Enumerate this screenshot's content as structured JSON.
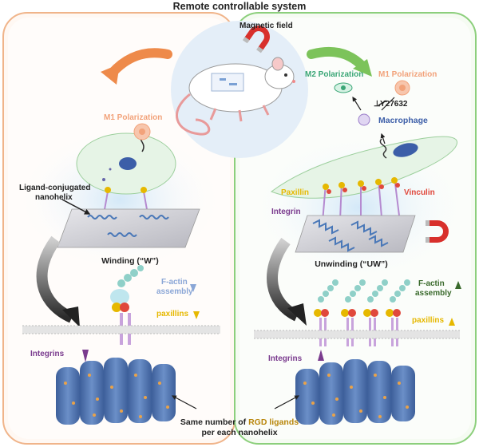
{
  "title": "Remote controllable system",
  "magnetic_field": "Magnetic field",
  "left": {
    "m1_polarization": "M1 Polarization",
    "ligand_label_line1": "Ligand-conjugated",
    "ligand_label_line2": "nanohelix",
    "winding": "Winding (“W”)",
    "factin_line1": "F-actin",
    "factin_line2": "assembly",
    "paxillins": "paxillins",
    "integrins": "Integrins"
  },
  "right": {
    "m2_polarization": "M2 Polarization",
    "m1_polarization": "M1 Polarization",
    "inhibitor": "Y27632",
    "macrophage": "Macrophage",
    "paxillin": "Paxillin",
    "vinculin": "Vinculin",
    "integrin": "Integrin",
    "unwinding": "Unwinding (“UW”)",
    "factin_line1": "F-actin",
    "factin_line2": "assembly",
    "paxillins": "paxillins",
    "integrins": "Integrins"
  },
  "footer": {
    "line1_pre": "Same number of ",
    "line1_highlight": "RGD ligands",
    "line2": "per each nanohelix"
  },
  "colors": {
    "left_border": "#f0b48a",
    "right_border": "#8ccf7c",
    "orange_arrow": "#ee8a4a",
    "green_arrow": "#7cc35a",
    "m1": "#f2a27a",
    "m2": "#3aa676",
    "macrophage": "#3c5ea8",
    "paxillin": "#e6b800",
    "vinculin": "#e0483c",
    "integrin": "#7a3b8e",
    "factin_down": "#8aa6d6",
    "factin_up": "#3a6a2c",
    "rgd": "#b8860b",
    "magnet_red": "#d8302c"
  }
}
